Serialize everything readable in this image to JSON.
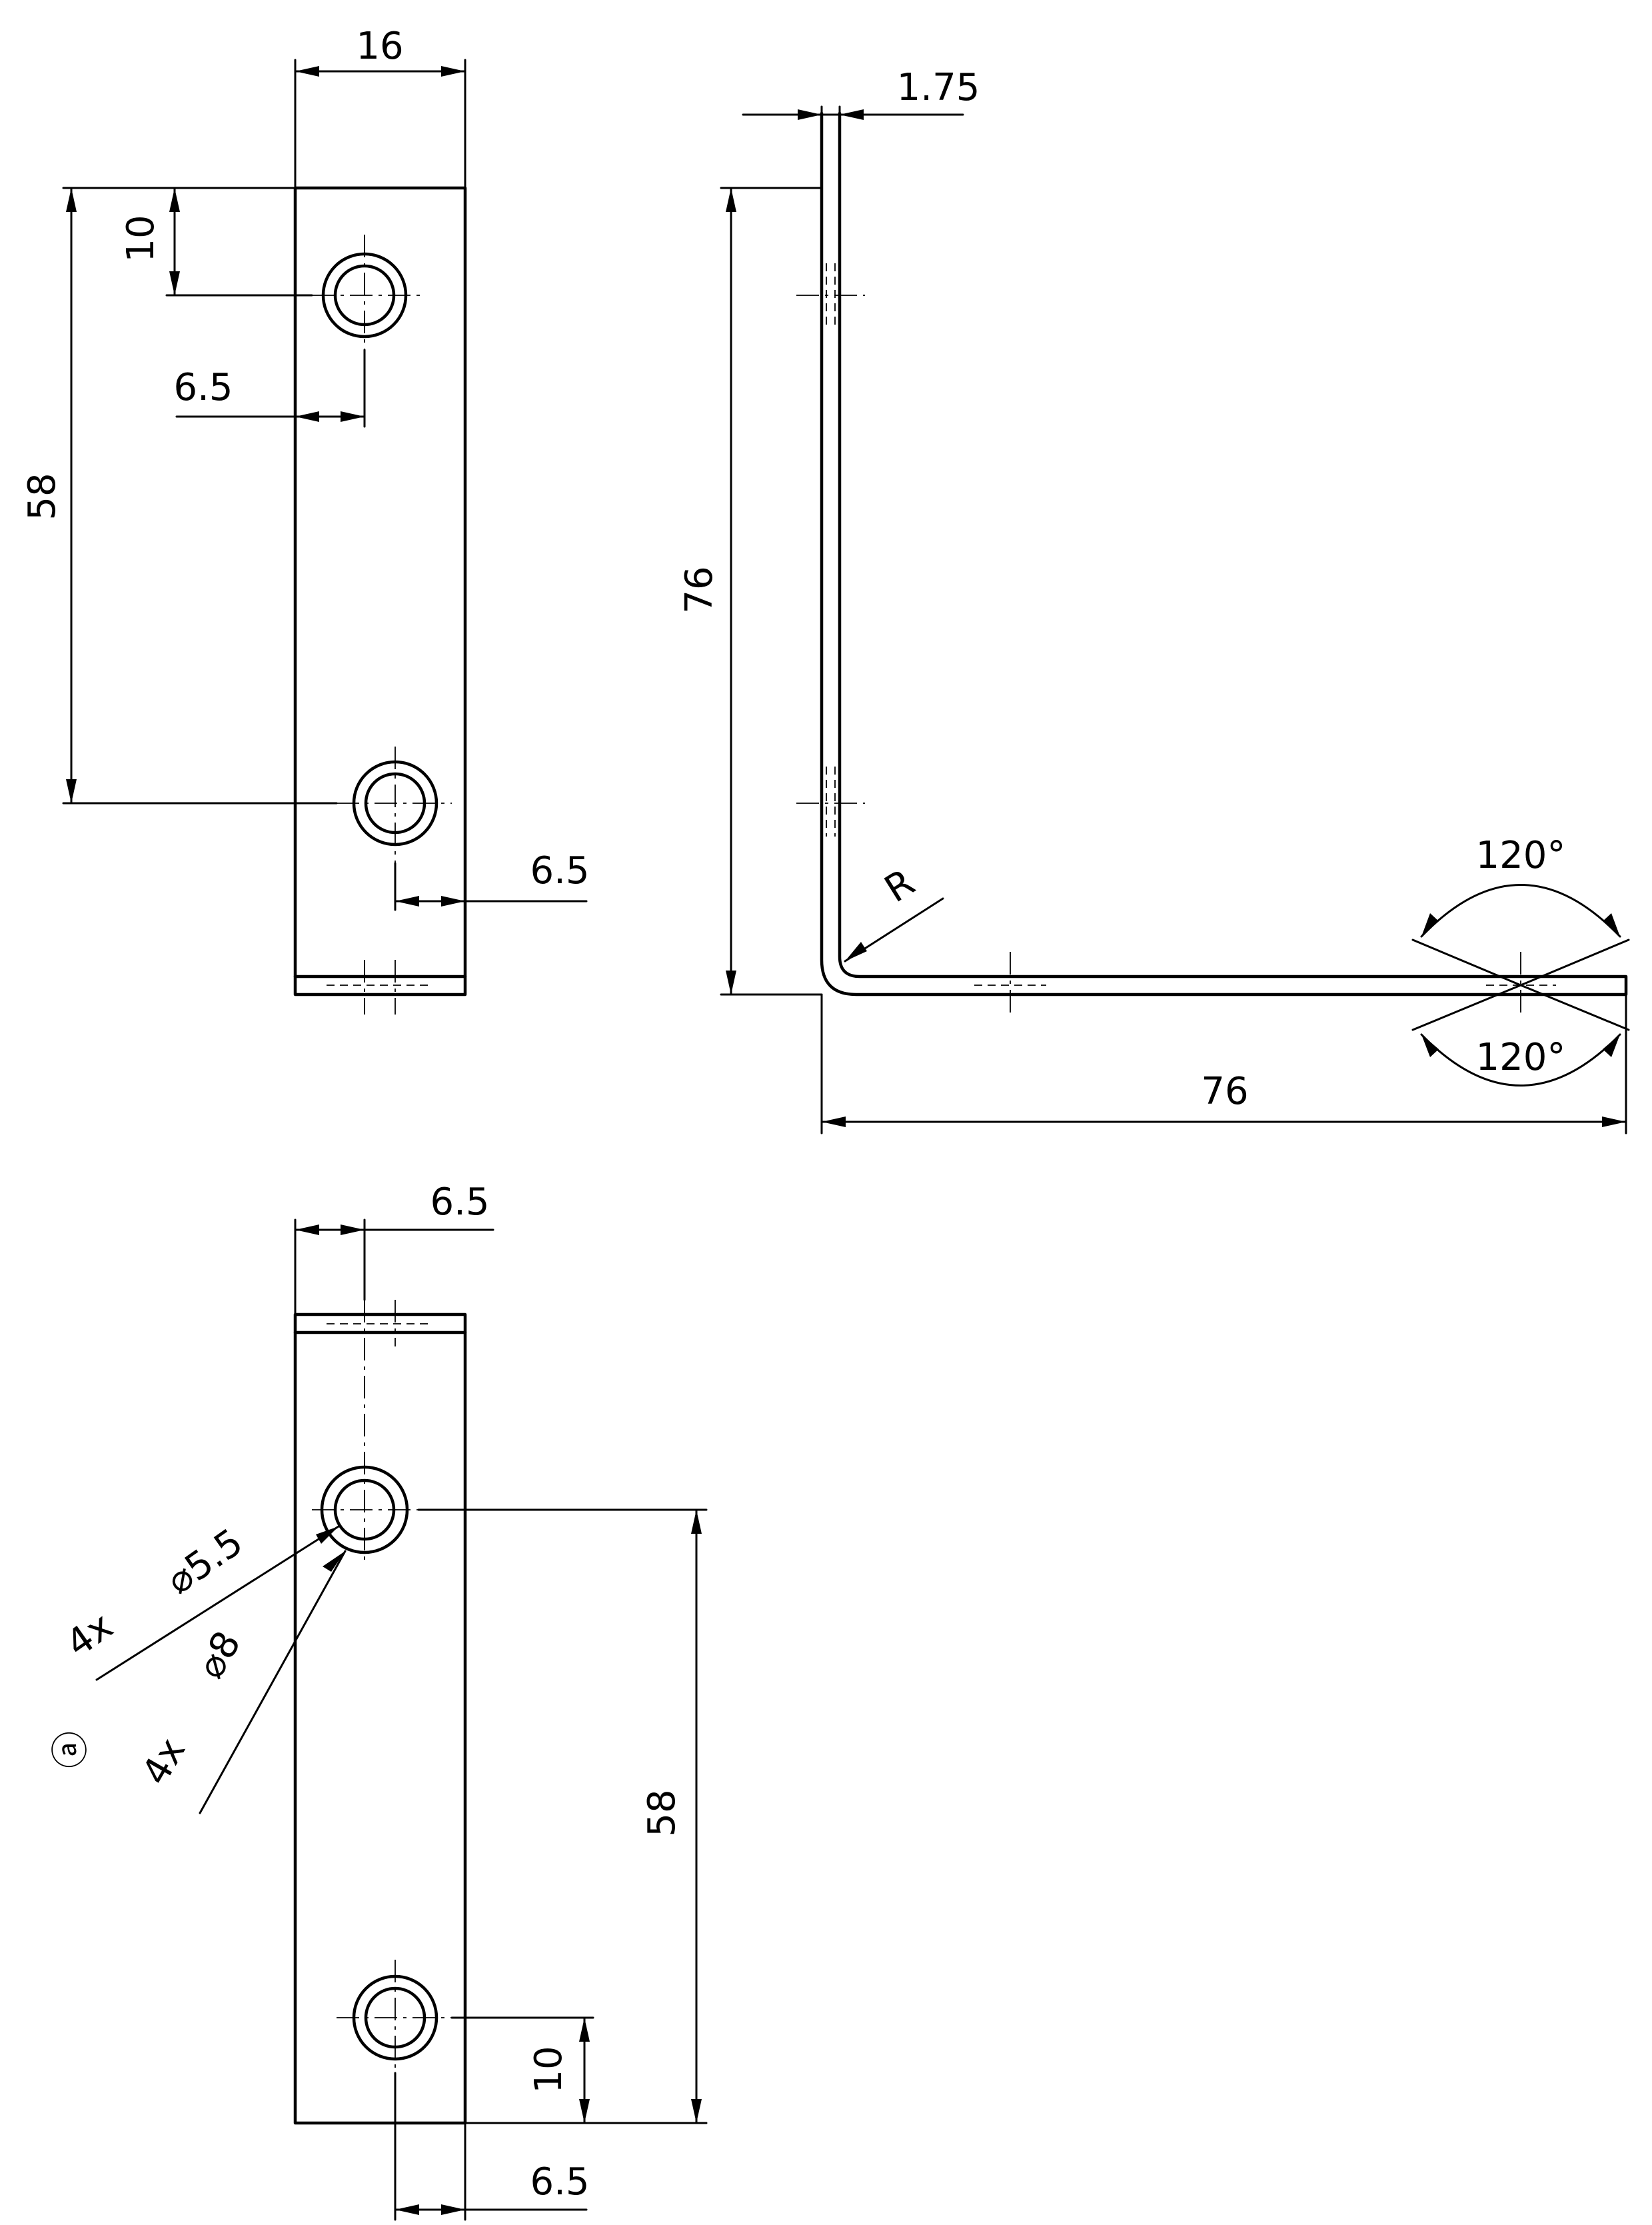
{
  "top_view": {
    "width": "16",
    "hole_spacing": "58",
    "hole_from_top": "10",
    "hole1_offset": "6.5",
    "hole2_offset": "6.5"
  },
  "side_view": {
    "thickness": "1.75",
    "height": "76",
    "length": "76",
    "bend_radius": "R",
    "countersink_top": "120°",
    "countersink_bottom": "120°"
  },
  "bottom_view": {
    "hole_offset_top": "6.5",
    "hole_spacing": "58",
    "hole_from_bottom": "10",
    "hole_offset_bottom": "6.5",
    "callout_through": "4x",
    "through_diameter": "⌀5.5",
    "callout_counterbore": "4x",
    "counterbore_diameter": "⌀8",
    "callout_marker": "ⓐ"
  }
}
